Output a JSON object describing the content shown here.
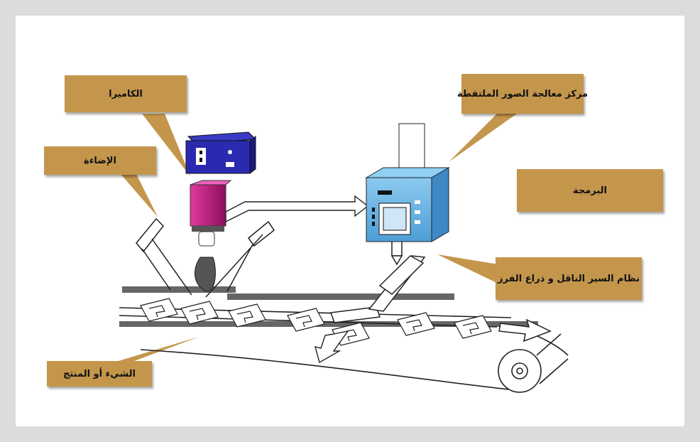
{
  "labels": {
    "camera": "الكاميرا",
    "lighting": "الإضاءة",
    "image_processing_center": "مركز معالجة الصور الملتقطة",
    "programming": "البرمجة",
    "conveyor_and_sorting_arm": "نظام السير الناقل و ذراع الفرز",
    "object_or_product": "الشيء أو المنتج"
  },
  "colors": {
    "label_background": "#c4964c",
    "camera_body": "#2a2ab0",
    "camera_lens": "#c2197f",
    "processing_unit": "#6ab4e6"
  },
  "icons": [
    "camera-icon",
    "lens-icon",
    "lamp-icon",
    "computer-icon",
    "conveyor-icon",
    "arrow-icon"
  ]
}
